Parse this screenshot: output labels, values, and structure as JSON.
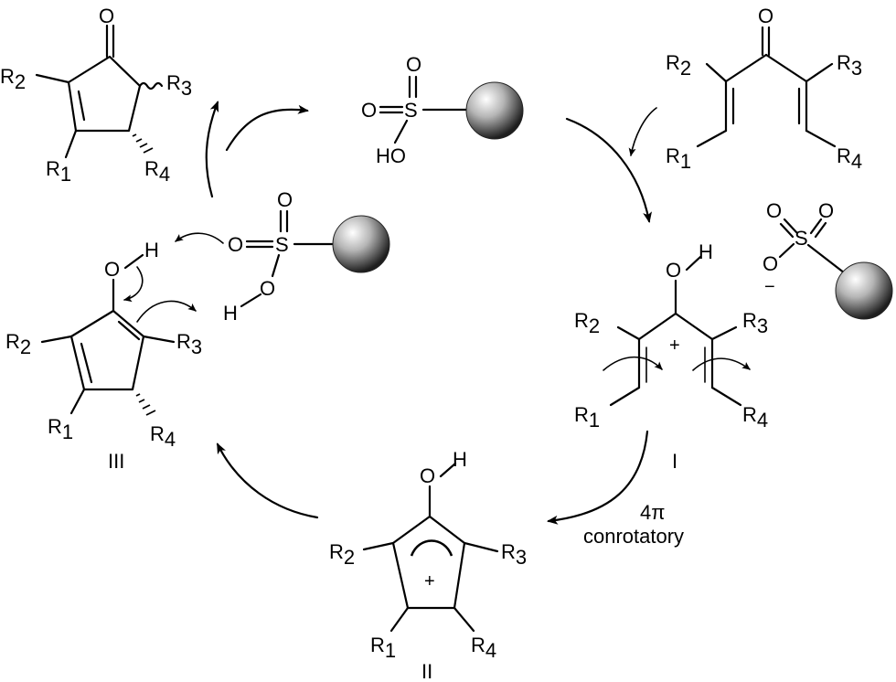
{
  "labels": {
    "r1": "R",
    "r1_sub": "1",
    "r2": "R",
    "r2_sub": "2",
    "r3": "R",
    "r3_sub": "3",
    "r4": "R",
    "r4_sub": "4",
    "o": "O",
    "s": "S",
    "h": "H",
    "ho": "HO",
    "plus": "+",
    "minus": "−"
  },
  "intermediates": {
    "i": "I",
    "ii": "II",
    "iii": "III"
  },
  "step_label": {
    "line1": "4π",
    "line2": "conrotatory"
  }
}
